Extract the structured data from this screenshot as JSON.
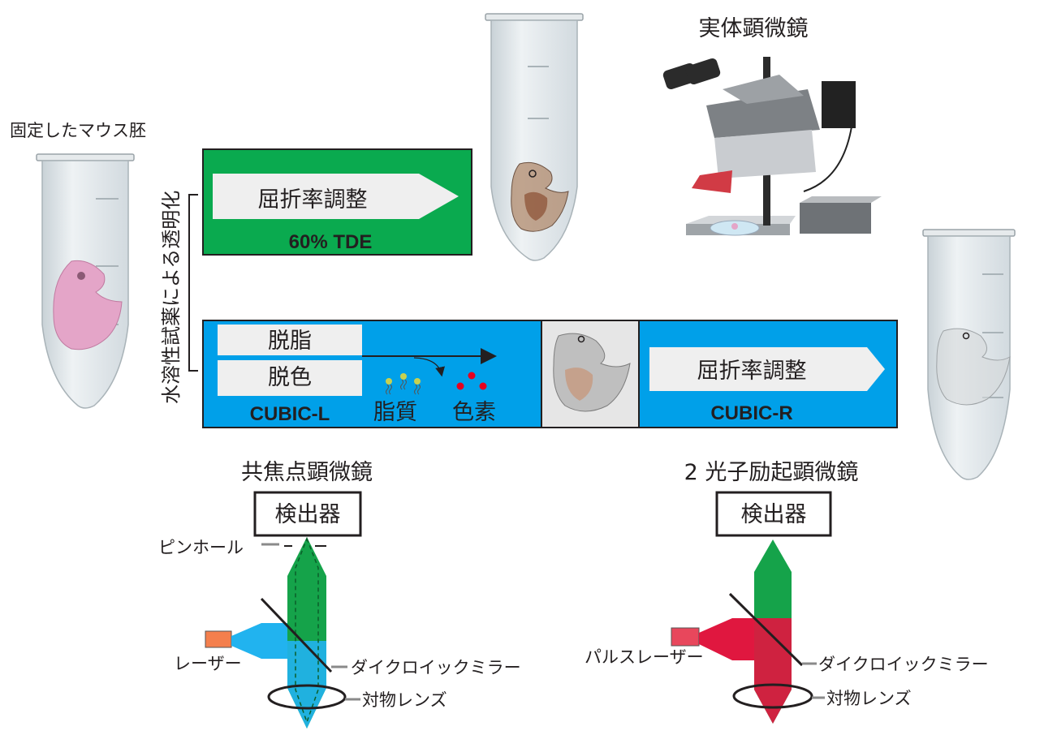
{
  "labels": {
    "fixed_embryo": "固定したマウス胚",
    "vertical_title": "水溶性試薬による透明化",
    "stereo_microscope": "実体顕微鏡",
    "confocal_title": "共焦点顕微鏡",
    "two_photon_title": "2 光子励起顕微鏡"
  },
  "tde_box": {
    "arrow_label": "屈折率調整",
    "reagent": "60% TDE",
    "color": "#0aaa4f"
  },
  "cubic_box": {
    "delipid": "脱脂",
    "decolor": "脱色",
    "lipid": "脂質",
    "pigment": "色素",
    "reagent_l": "CUBIC-L",
    "arrow_label": "屈折率調整",
    "reagent_r": "CUBIC-R",
    "color": "#00a0e9"
  },
  "confocal": {
    "detector": "検出器",
    "pinhole": "ピンホール",
    "laser": "レーザー",
    "dichroic": "ダイクロイックミラー",
    "objective": "対物レンズ",
    "laser_color": "#f47f4d",
    "beam_color": "#21b3ef"
  },
  "two_photon": {
    "detector": "検出器",
    "laser": "パルスレーザー",
    "dichroic": "ダイクロイックミラー",
    "objective": "対物レンズ",
    "laser_color": "#e8475c",
    "beam_color": "#e0173f"
  }
}
